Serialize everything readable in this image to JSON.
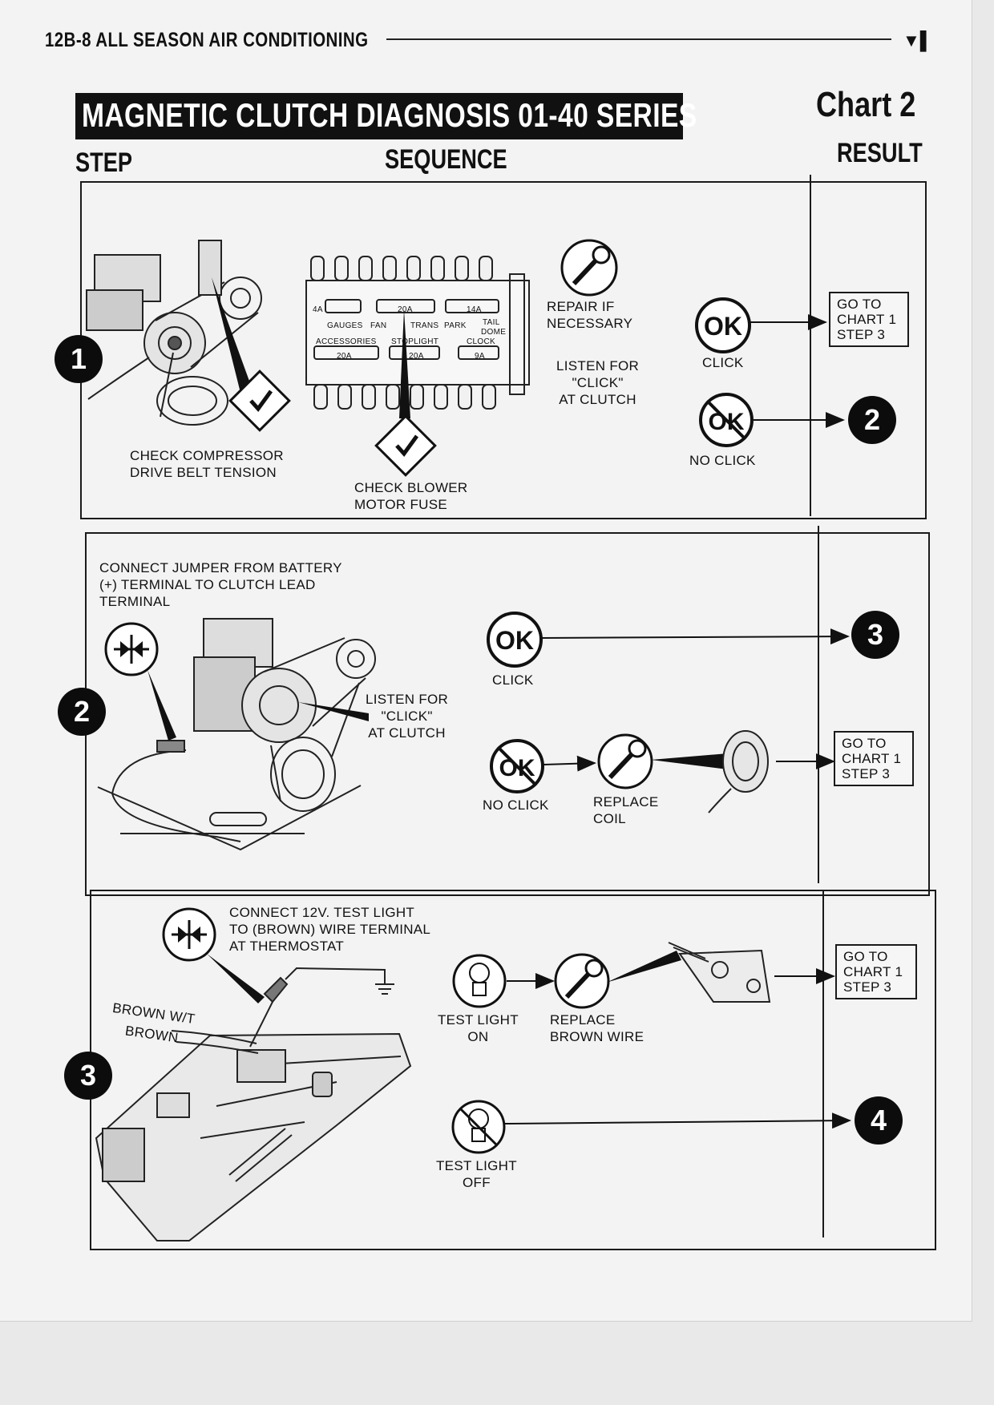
{
  "header": {
    "page_label": "12B-8 ALL SEASON AIR CONDITIONING",
    "corner_mark": "▼▌"
  },
  "title": "MAGNETIC CLUTCH DIAGNOSIS 01-40 SERIES",
  "chart_label": "Chart 2",
  "columns": {
    "step": "STEP",
    "sequence": "SEQUENCE",
    "result": "RESULT"
  },
  "steps": [
    {
      "number": "1",
      "labels": {
        "check_belt": "CHECK COMPRESSOR\nDRIVE BELT TENSION",
        "check_fuse": "CHECK BLOWER\nMOTOR FUSE",
        "repair": "REPAIR IF\nNECESSARY",
        "listen": "LISTEN FOR\n\"CLICK\"\nAT CLUTCH",
        "click": "CLICK",
        "no_click": "NO CLICK"
      },
      "fuse_block": {
        "top_row": [
          "4A",
          "20A",
          "14A"
        ],
        "top_names": [
          "GAUGES",
          "FAN",
          "TRANS",
          "PARK",
          "TAIL",
          "DOME"
        ],
        "bottom_names": [
          "ACCESSORIES",
          "STOPLIGHT",
          "CLOCK"
        ],
        "bottom_row": [
          "20A",
          "20A",
          "9A"
        ]
      },
      "results": {
        "click": "GO TO\nCHART 1\nSTEP 3",
        "no_click_goto": "2"
      }
    },
    {
      "number": "2",
      "labels": {
        "instruction": "CONNECT JUMPER FROM BATTERY\n(+) TERMINAL TO CLUTCH LEAD\nTERMINAL",
        "listen": "LISTEN FOR\n\"CLICK\"\nAT CLUTCH",
        "click": "CLICK",
        "no_click": "NO CLICK",
        "replace": "REPLACE\nCOIL"
      },
      "results": {
        "click_goto": "3",
        "no_click": "GO TO\nCHART 1\nSTEP 3"
      }
    },
    {
      "number": "3",
      "labels": {
        "instruction": "CONNECT 12V. TEST LIGHT\nTO (BROWN) WIRE TERMINAL\nAT THERMOSTAT",
        "wire1": "BROWN W/T",
        "wire2": "BROWN",
        "light_on": "TEST LIGHT\nON",
        "replace": "REPLACE\nBROWN WIRE",
        "light_off": "TEST LIGHT\nOFF"
      },
      "results": {
        "light_on": "GO TO\nCHART 1\nSTEP 3",
        "light_off_goto": "4"
      }
    }
  ],
  "icons": {
    "ok": "OK",
    "wrench": "wrench-icon",
    "check": "check-diamond-icon",
    "jumper": "jumper-icon",
    "bulb": "light-bulb-icon"
  }
}
